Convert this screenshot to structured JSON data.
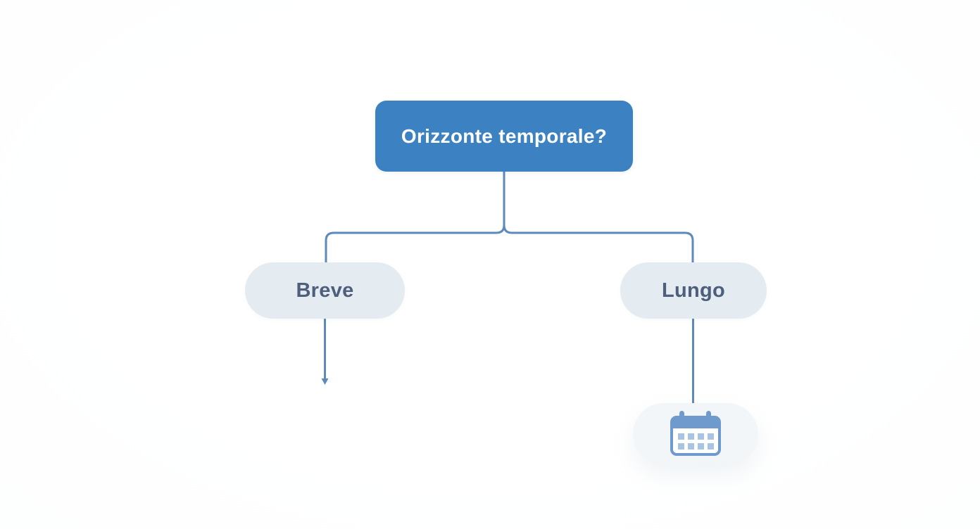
{
  "diagram": {
    "title_node": {
      "label": "Orizzonte temporale?"
    },
    "branch_nodes": [
      {
        "label": "Breve"
      },
      {
        "label": "Lungo"
      }
    ],
    "leaf_node": {
      "icon": "calendar-icon"
    },
    "colors": {
      "root_fill": "#3c81c2",
      "root_text": "#ffffff",
      "connector": "#5d8abd",
      "pill_fill": "#e4ebf1",
      "pill_text": "#4d5f7d",
      "leaf_fill": "#f3f6f8",
      "calendar_blue": "#6f9ace",
      "calendar_grid": "#a9c4e2"
    }
  }
}
